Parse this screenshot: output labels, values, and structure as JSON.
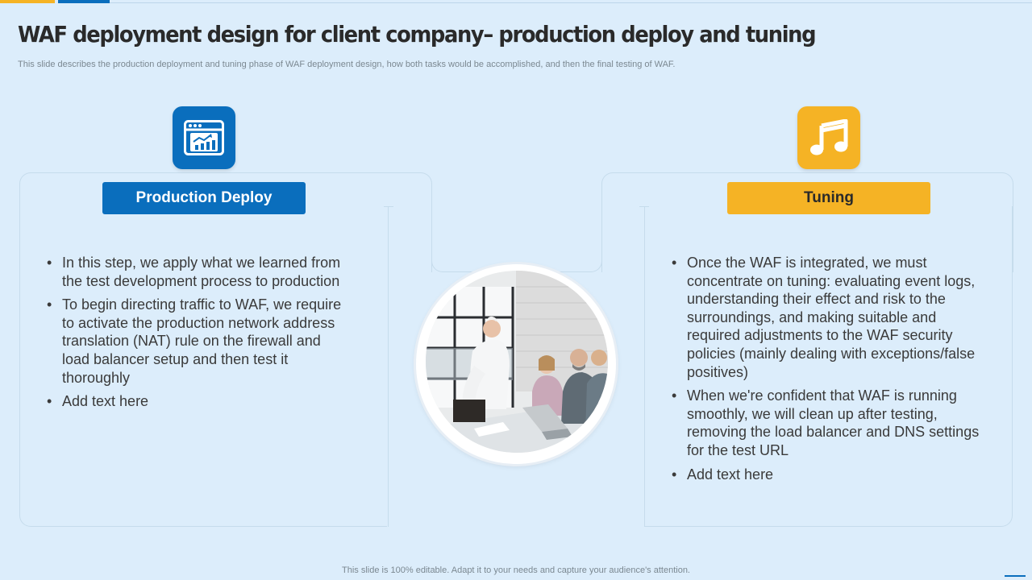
{
  "slide": {
    "title": "WAF deployment design for client company– production deploy and tuning",
    "subtitle": "This slide describes the production deployment and tuning phase of WAF deployment design, how both tasks would be accomplished, and then the final testing of WAF.",
    "footer": "This slide is 100% editable. Adapt it to your needs and capture your audience's attention."
  },
  "colors": {
    "background": "#dcedfb",
    "blue": "#0a6ebd",
    "yellow": "#f5b325"
  },
  "left_card": {
    "icon": "browser-chart-icon",
    "label": "Production Deploy",
    "bullets": [
      "In this step, we apply what we learned from the test development process to production",
      "To begin directing traffic to WAF, we require to activate the production network address translation (NAT) rule on the firewall and load balancer setup and then test it thoroughly",
      "Add text here"
    ]
  },
  "right_card": {
    "icon": "music-note-icon",
    "label": "Tuning",
    "bullets": [
      "Once the WAF is integrated, we must concentrate on tuning: evaluating event logs, understanding their effect and risk to the surroundings, and making suitable and required adjustments to the WAF security policies (mainly dealing with exceptions/false positives)",
      "When we're confident that WAF is running smoothly, we will clean up after testing, removing the load balancer and DNS settings for the test URL",
      "Add text here"
    ]
  },
  "photo": {
    "subject": "business-meeting-photo"
  }
}
